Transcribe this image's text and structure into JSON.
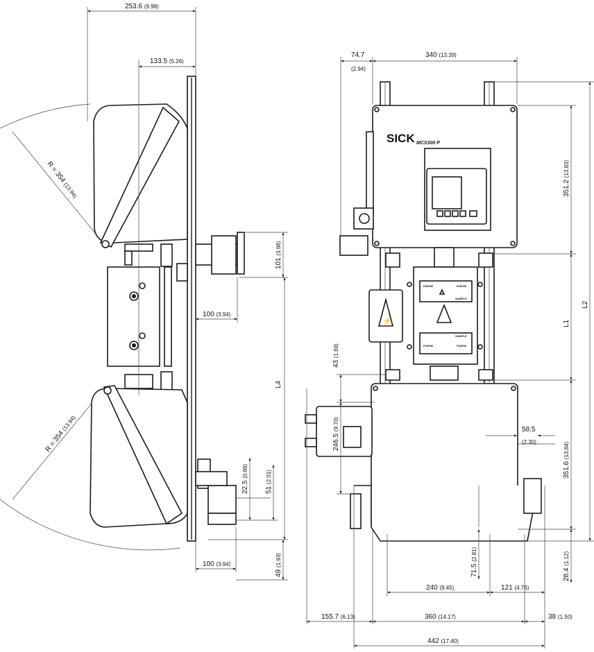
{
  "brand": {
    "logo": "SICK",
    "model": "MCS300 P"
  },
  "panel_labels": {
    "purge": "PURGE",
    "sample": "SAMPLE"
  },
  "dimensions": {
    "overall_depth": {
      "main": "253.6",
      "sub": "(9.98)"
    },
    "depth_to_axis": {
      "main": "133.5",
      "sub": "(5.26)"
    },
    "radius_upper": {
      "main": "R = 354",
      "sub": "(13.94)"
    },
    "radius_lower": {
      "main": "R = 354",
      "sub": "(13.94)"
    },
    "bracket_height": {
      "main": "101",
      "sub": "(3.98)"
    },
    "bracket_depth": {
      "main": "100",
      "sub": "(3.94)"
    },
    "base_depth": {
      "main": "100",
      "sub": "(3.94)"
    },
    "l4": "L4",
    "pipe_22": {
      "main": "22.5",
      "sub": "(0.89)"
    },
    "pipe_51": {
      "main": "51",
      "sub": "(2.01)"
    },
    "bottom_49": {
      "main": "49",
      "sub": "(1.93)"
    },
    "left_offset": {
      "main": "74.7",
      "sub": "(2.94)"
    },
    "width_340": {
      "main": "340",
      "sub": "(13.39)"
    },
    "upper_height": {
      "main": "351.2",
      "sub": "(13.83)"
    },
    "l1": "L1",
    "l2": "L2",
    "gap_43": {
      "main": "43",
      "sub": "(1.69)"
    },
    "box_246": {
      "main": "246.5",
      "sub": "(9.70)"
    },
    "offset_58": {
      "main": "58.5",
      "sub": "(2.30)"
    },
    "lower_height": {
      "main": "351.6",
      "sub": "(13.84)"
    },
    "foot_71": {
      "main": "71.5",
      "sub": "(2.81)"
    },
    "foot_28": {
      "main": "28.4",
      "sub": "(1.12)"
    },
    "span_240": {
      "main": "240",
      "sub": "(9.45)"
    },
    "span_121": {
      "main": "121",
      "sub": "(4.76)"
    },
    "span_155": {
      "main": "155.7",
      "sub": "(6.13)"
    },
    "span_360": {
      "main": "360",
      "sub": "(14.17)"
    },
    "span_38": {
      "main": "38",
      "sub": "(1.50)"
    },
    "total_442": {
      "main": "442",
      "sub": "(17.40)"
    }
  }
}
